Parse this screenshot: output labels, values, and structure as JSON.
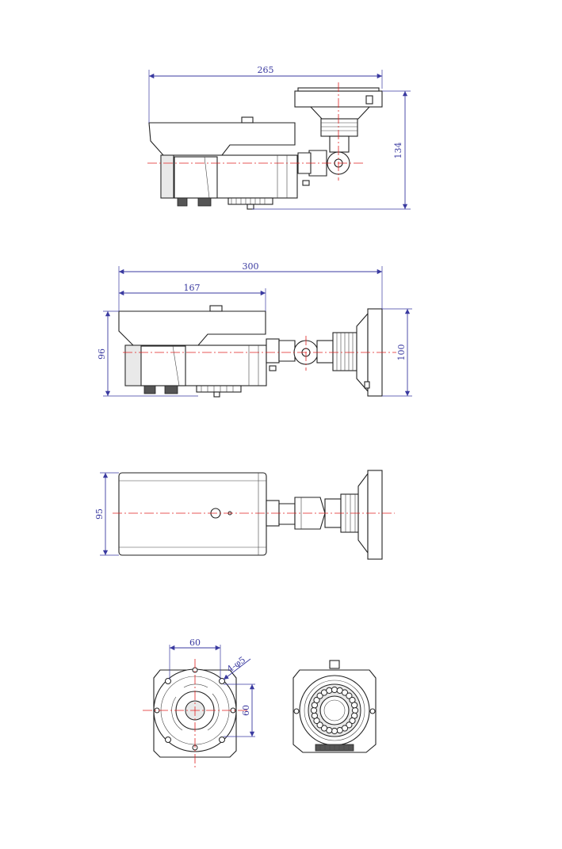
{
  "dimensions": {
    "side_view_1": {
      "width": "265",
      "height": "134"
    },
    "side_view_2": {
      "width": "300",
      "hood_length": "167",
      "body_height": "96",
      "bracket_height": "100"
    },
    "top_view": {
      "height": "95"
    },
    "mount_base": {
      "hole_spacing_h": "60",
      "hole_spacing_v": "60",
      "hole_spec": "4-φ5"
    }
  },
  "colors": {
    "dimension": "#3a3aa0",
    "centerline": "#e02020",
    "outline": "#222222"
  }
}
